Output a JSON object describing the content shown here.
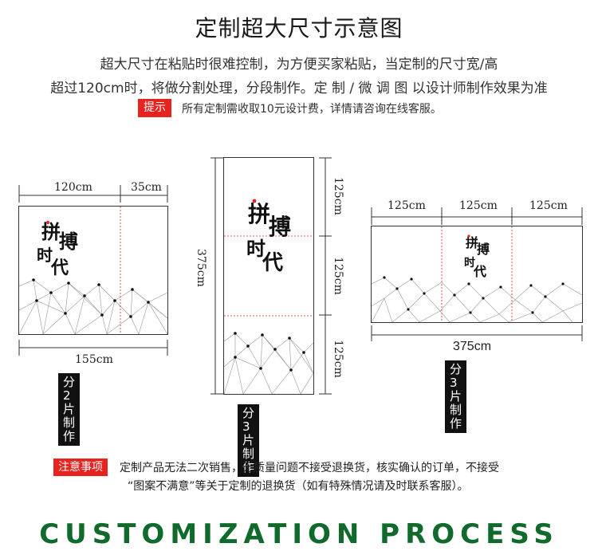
{
  "title": "定制超大尺寸示意图",
  "intro_line1": "超大尺寸在粘贴时很难控制，为方便买家粘贴，当定制的尺寸宽/高",
  "intro_line2": "超过120cm时，将做分割处理，分段制作。定 制 / 微 调 图 以设计师制作效果为准",
  "tip_tag": "提示",
  "tip_text": "所有定制需收取10元设计费，详情请咨询在线客服。",
  "diagram1": {
    "top_dims": [
      "120cm",
      "35cm"
    ],
    "bottom_dim": "155cm",
    "caption": "分2片制作"
  },
  "diagram2": {
    "right_dims": [
      "125cm",
      "125cm",
      "125cm"
    ],
    "left_dim": "375cm",
    "caption": "分3片制作"
  },
  "diagram3": {
    "top_dims": [
      "125cm",
      "125cm",
      "125cm"
    ],
    "bottom_dim": "375cm",
    "caption": "分3片制作"
  },
  "artwork": {
    "c1": "拼",
    "c2": "搏",
    "c3": "时",
    "c4": "代"
  },
  "note_tag": "注意事项",
  "note_line1": "定制产品无法二次销售，无质量问题不接受退换货，核实确认的订单，不接受",
  "note_line2": "“图案不满意”等关于定制的退换货（如有特殊情况请及时联系客服）。",
  "process_title": "CUSTOMIZATION PROCESS",
  "colors": {
    "red": "#e8231f",
    "green": "#0f6a2b",
    "black": "#111111"
  }
}
